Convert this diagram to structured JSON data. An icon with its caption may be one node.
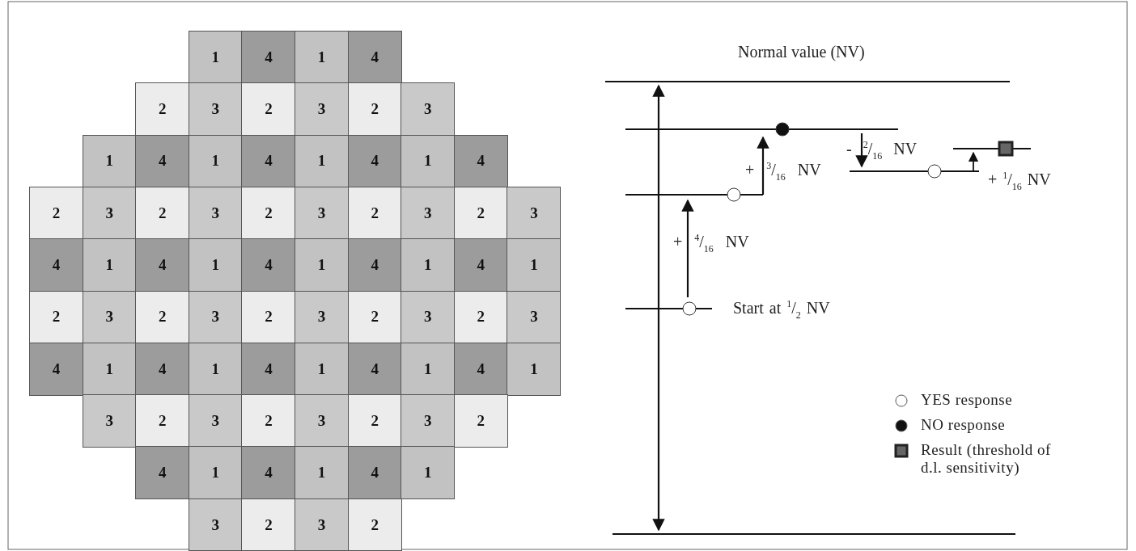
{
  "diagram": {
    "labels": [
      "1",
      "4",
      "1",
      "4",
      "2",
      "3",
      "2",
      "3",
      "2",
      "3",
      "1",
      "4",
      "1",
      "4",
      "1",
      "4",
      "1",
      "4",
      "2",
      "3",
      "2",
      "3",
      "2",
      "3",
      "2",
      "3",
      "2",
      "3",
      "4",
      "1",
      "4",
      "1",
      "4",
      "1",
      "4",
      "1",
      "4",
      "1",
      "2",
      "3",
      "2",
      "3",
      "2",
      "3",
      "2",
      "3",
      "2",
      "3",
      "4",
      "1",
      "4",
      "1",
      "4",
      "1",
      "4",
      "1",
      "4",
      "1",
      "3",
      "2",
      "3",
      "2",
      "3",
      "2",
      "3",
      "2",
      "4",
      "1",
      "4",
      "1",
      "4",
      "1",
      "3",
      "2",
      "3",
      "2",
      "Normal value (NV)",
      "+ $^{3}$/$_{16}$ NV",
      "- $^{2}$/$_{16}$ NV",
      "+ $^{1}$/$_{16}$ NV",
      "+ $^{4}$/$_{16}$ NV",
      "Start at $^{1}$/$_{2}$ NV"
    ],
    "legend": [
      {
        "text": "YES response"
      },
      {
        "text": "NO response"
      },
      {
        "text": "Result (threshold of d.l. sensitivity)"
      }
    ]
  }
}
